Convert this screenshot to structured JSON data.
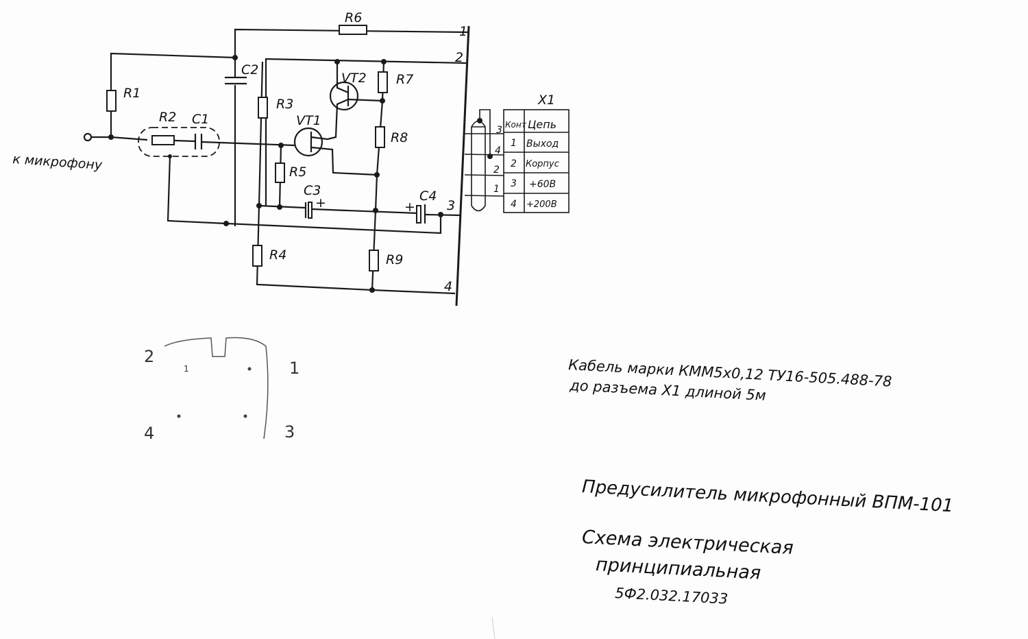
{
  "schematic": {
    "input_label": "к микрофону",
    "components": {
      "R1": "R1",
      "R2": "R2",
      "R3": "R3",
      "R4": "R4",
      "R5": "R5",
      "R6": "R6",
      "R7": "R7",
      "R8": "R8",
      "R9": "R9",
      "C1": "C1",
      "C2": "C2",
      "C3": "C3",
      "C4": "C4",
      "VT1": "VT1",
      "VT2": "VT2"
    },
    "bus_pins": [
      "1",
      "2",
      "3",
      "4"
    ],
    "polarity_plus": "+",
    "cable_pins": [
      "3",
      "4",
      "2",
      "1"
    ]
  },
  "connector": {
    "title": "X1",
    "headers": [
      "Конт",
      "Цепь"
    ],
    "rows": [
      {
        "pin": "1",
        "circuit": "Выход"
      },
      {
        "pin": "2",
        "circuit": "Корпус"
      },
      {
        "pin": "3",
        "circuit": "+60В"
      },
      {
        "pin": "4",
        "circuit": "+200В"
      }
    ]
  },
  "sketch": {
    "labels": [
      "2",
      "1",
      "4",
      "3"
    ],
    "inner_label": "1"
  },
  "notes": {
    "cable_line1": "Кабель марки КММ5х0,12  ТУ16-505.488-78",
    "cable_line2": "до разъема X1  длиной 5м",
    "title": "Предусилитель микрофонный ВПМ-101",
    "subtitle_line1": "Схема электрическая",
    "subtitle_line2": "принципиальная",
    "doc_number": "5Ф2.032.17033"
  }
}
